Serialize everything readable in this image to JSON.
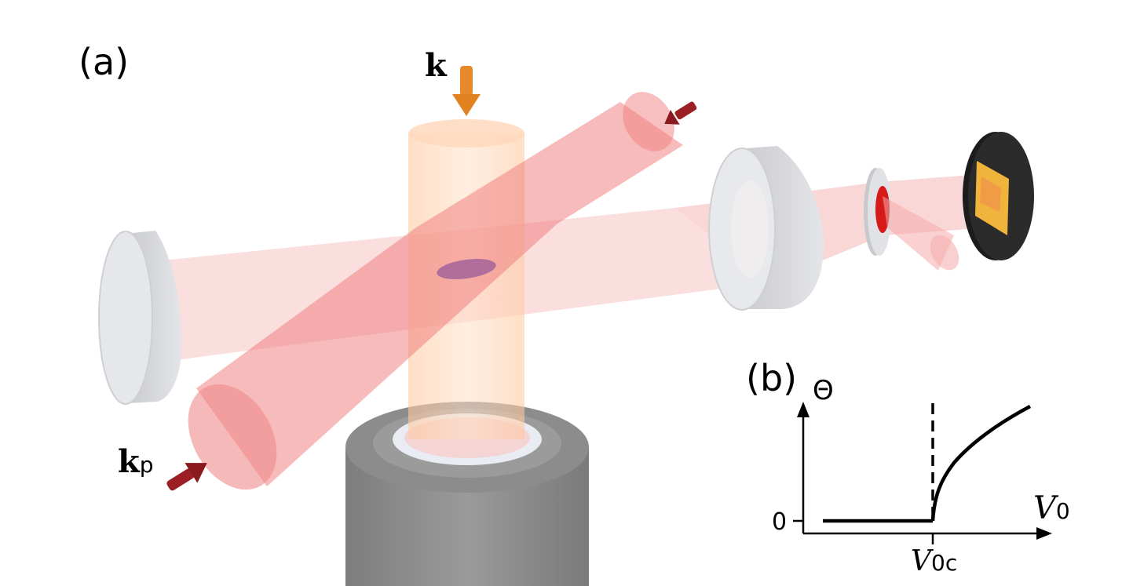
{
  "figure": {
    "panel_a_label": "(a)",
    "panel_b_label": "(b)",
    "k_label": "k",
    "kp_label": "k",
    "kp_subscript": "p"
  },
  "inset": {
    "y_axis_label": "Θ",
    "y_tick_label": "0",
    "x_axis_label": "V",
    "x_axis_subscript": "0",
    "critical_label": "V",
    "critical_subscript": "0c"
  },
  "colors": {
    "pump_beam": "#f07a7a",
    "cavity_beam": "#f5b0b0",
    "vertical_beam": "#ffcfa8",
    "k_arrow": "#e8892a",
    "kp_arrow": "#9c1f25",
    "mirror": "#d9dadd",
    "objective": "#8a8a8a",
    "sample": "#a86a98",
    "detector": "#262626",
    "sensor": "#f0b43c"
  }
}
